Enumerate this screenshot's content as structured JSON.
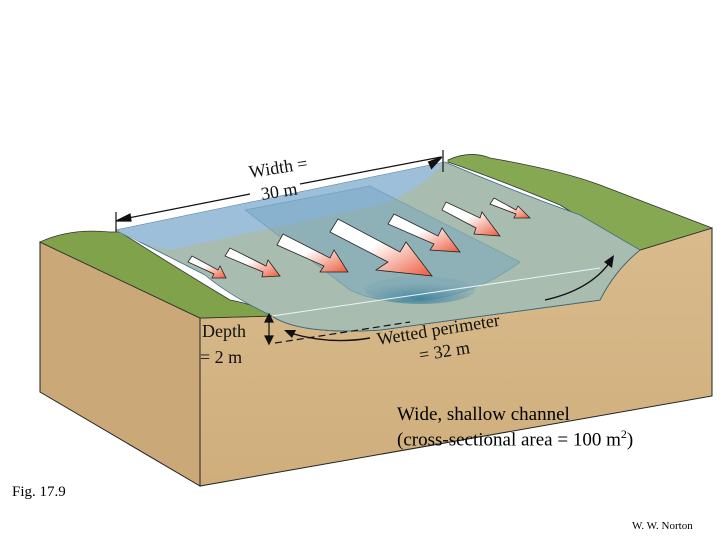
{
  "diagram": {
    "width_label": "Width =",
    "width_value": "30 m",
    "depth_label": "Depth",
    "depth_value": "= 2 m",
    "perimeter_label": "Wetted perimeter",
    "perimeter_value": "= 32 m",
    "title": "Wide, shallow channel",
    "area_prefix": "(cross-sectional area = 100 m",
    "area_sup": "2",
    "area_suffix": ")",
    "colors": {
      "ground": "#d8b98a",
      "grass": "#7fa24a",
      "water": "#8fb8d8",
      "arrow": "#f07050"
    }
  },
  "figure_label": "Fig. 17.9",
  "credit": "W. W. Norton"
}
